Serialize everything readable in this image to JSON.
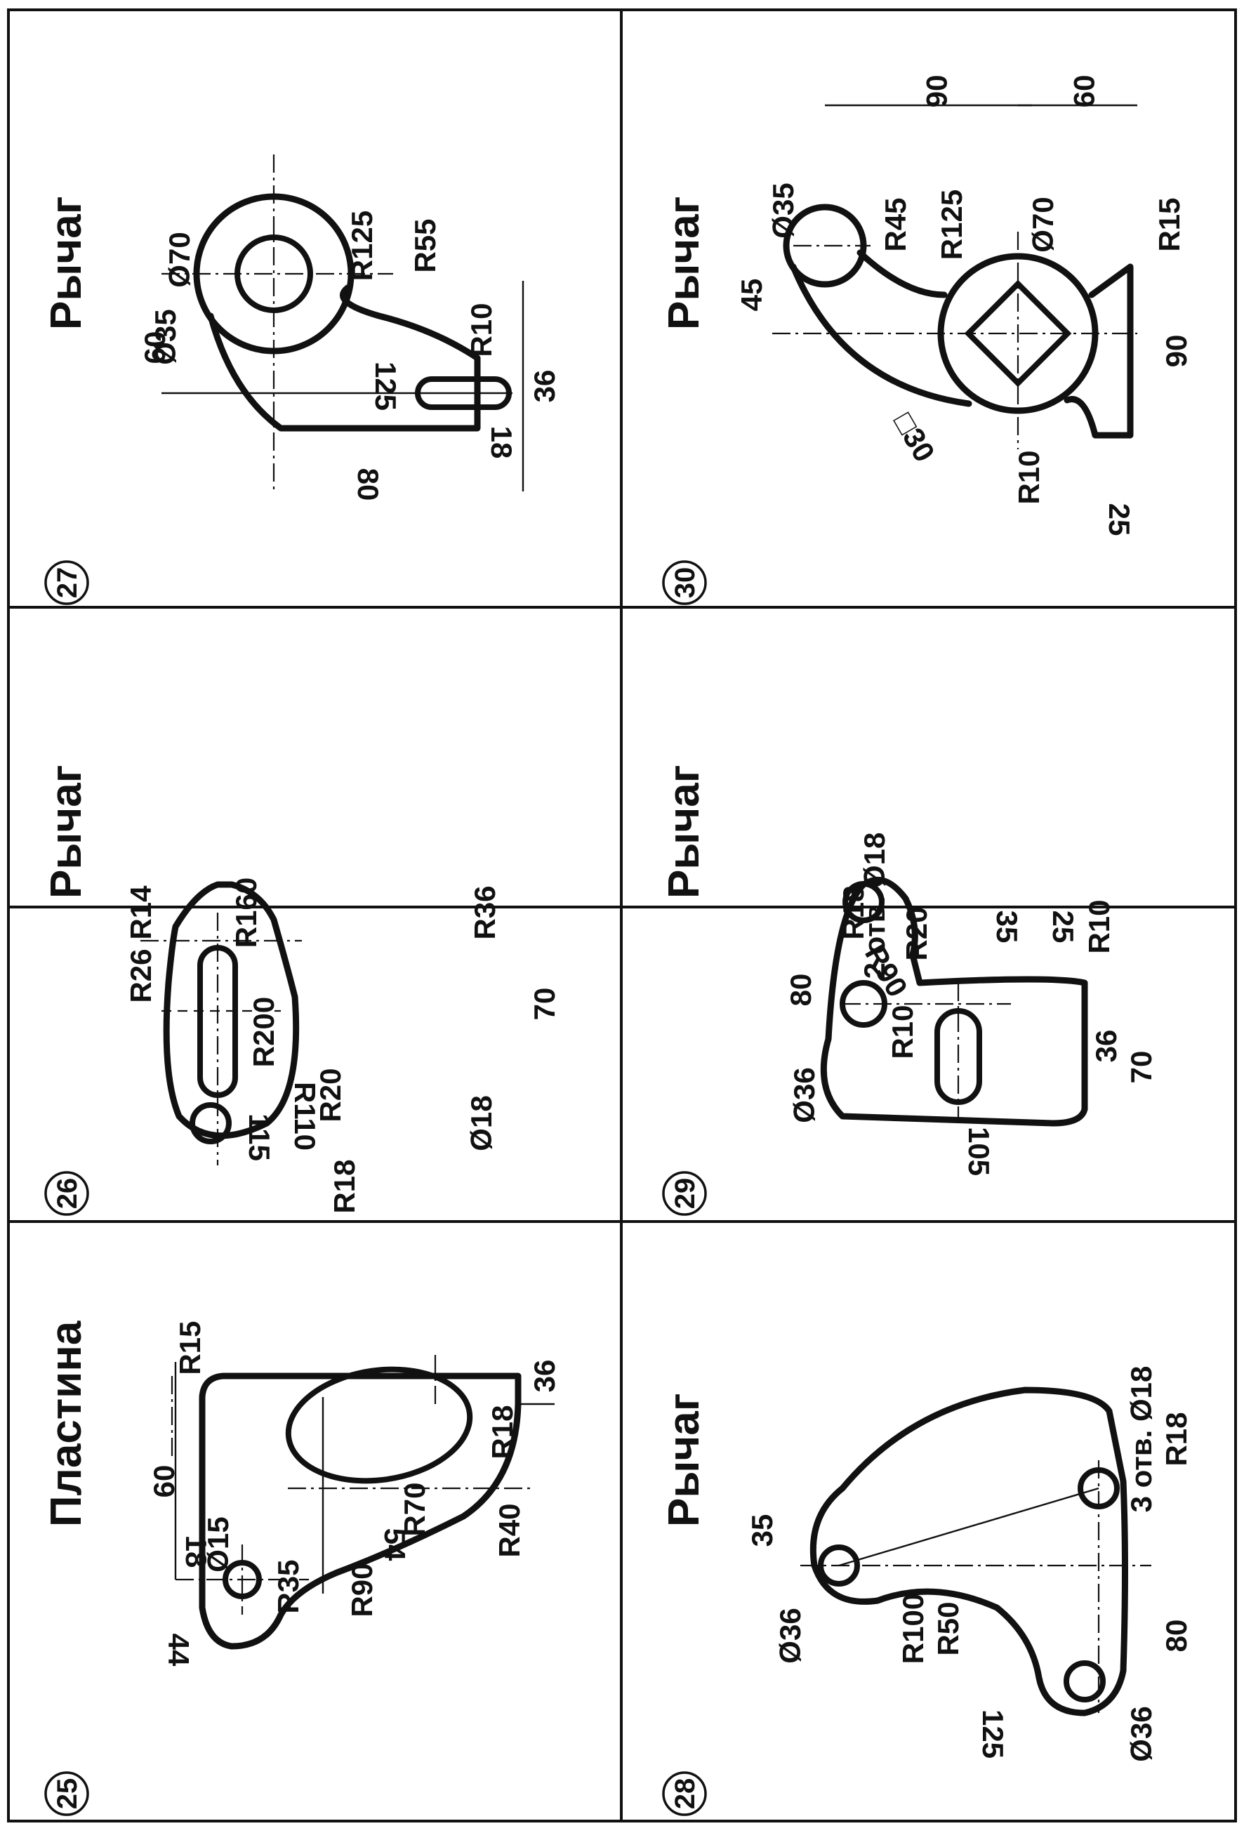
{
  "panels": [
    {
      "number": "25",
      "title": "Пластина",
      "dims": [
        "60",
        "Ø15",
        "R15",
        "54",
        "R18",
        "36",
        "R40",
        "R70",
        "R90",
        "R35",
        "44",
        "18"
      ]
    },
    {
      "number": "26",
      "title": "Рычаг",
      "dims": [
        "R14",
        "R160",
        "R36",
        "R26",
        "R200",
        "R110",
        "R20",
        "R18",
        "Ø18",
        "70",
        "115"
      ]
    },
    {
      "number": "27",
      "title": "Рычаг",
      "dims": [
        "Ø35",
        "Ø70",
        "125",
        "R125",
        "R55",
        "60",
        "R10",
        "36",
        "80",
        "18"
      ]
    },
    {
      "number": "28",
      "title": "Рычаг",
      "dims": [
        "35",
        "3 отв. Ø18",
        "R18",
        "80",
        "R100",
        "R50",
        "Ø36",
        "125",
        "Ø36"
      ]
    },
    {
      "number": "29",
      "title": "Рычаг",
      "dims": [
        "R18",
        "2 отв. Ø18",
        "80",
        "R20",
        "R90",
        "R10",
        "35",
        "25",
        "R10",
        "70",
        "36",
        "105",
        "Ø36"
      ]
    },
    {
      "number": "30",
      "title": "Рычаг",
      "dims": [
        "Ø35",
        "06",
        "09",
        "R45",
        "R125",
        "Ø70",
        "R15",
        "45",
        "90",
        "□30",
        "R10",
        "25"
      ]
    }
  ]
}
